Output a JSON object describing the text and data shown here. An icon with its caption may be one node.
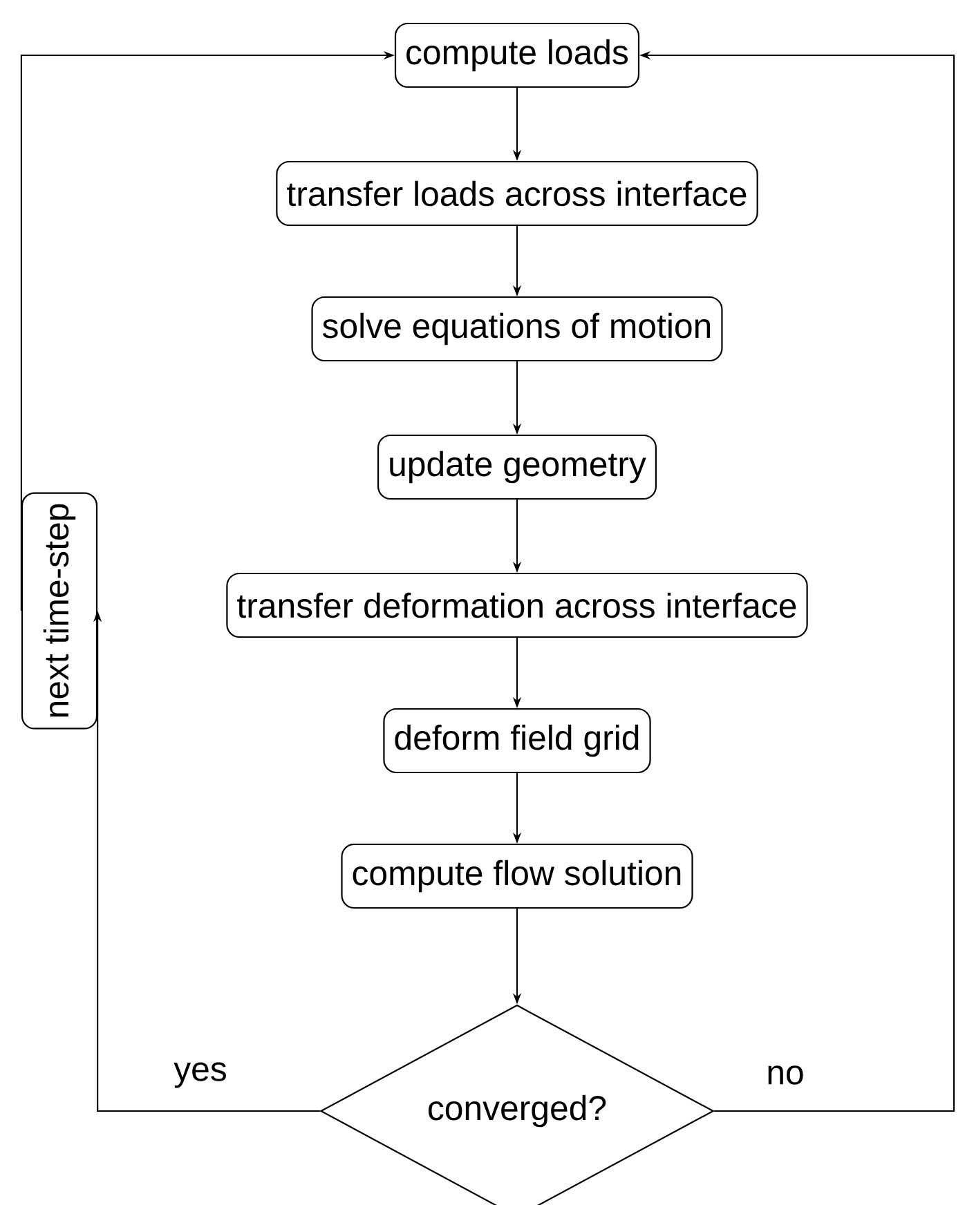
{
  "diagram": {
    "nodes": [
      {
        "text": [
          "compute loads"
        ]
      },
      {
        "text": [
          "transfer loads across interface"
        ]
      },
      {
        "text": [
          "solve equations of motion"
        ]
      },
      {
        "text": [
          "update geometry"
        ]
      },
      {
        "text": [
          "transfer deformation across interface"
        ]
      },
      {
        "text": [
          "deform field grid"
        ]
      },
      {
        "text": [
          "compute flow solution"
        ]
      },
      {
        "text": [
          "converged?"
        ]
      },
      {
        "text": [
          "next time-step"
        ]
      }
    ],
    "edges": [
      {
        "from": 0,
        "to": 1,
        "arrow": "to"
      },
      {
        "from": 1,
        "to": 2,
        "arrow": "to"
      },
      {
        "from": 2,
        "to": 3,
        "arrow": "to"
      },
      {
        "from": 3,
        "to": 4,
        "arrow": "to"
      },
      {
        "from": 4,
        "to": 5,
        "arrow": "to"
      },
      {
        "from": 5,
        "to": 6,
        "arrow": "to"
      },
      {
        "from": 6,
        "to": 7,
        "arrow": "to"
      },
      {
        "from": 7,
        "to": 8,
        "label": "yes",
        "arrow": "to"
      },
      {
        "from": 8,
        "to": 0,
        "arrow": "to"
      },
      {
        "from": 7,
        "to": 0,
        "label": "no",
        "arrow": "to"
      }
    ]
  }
}
